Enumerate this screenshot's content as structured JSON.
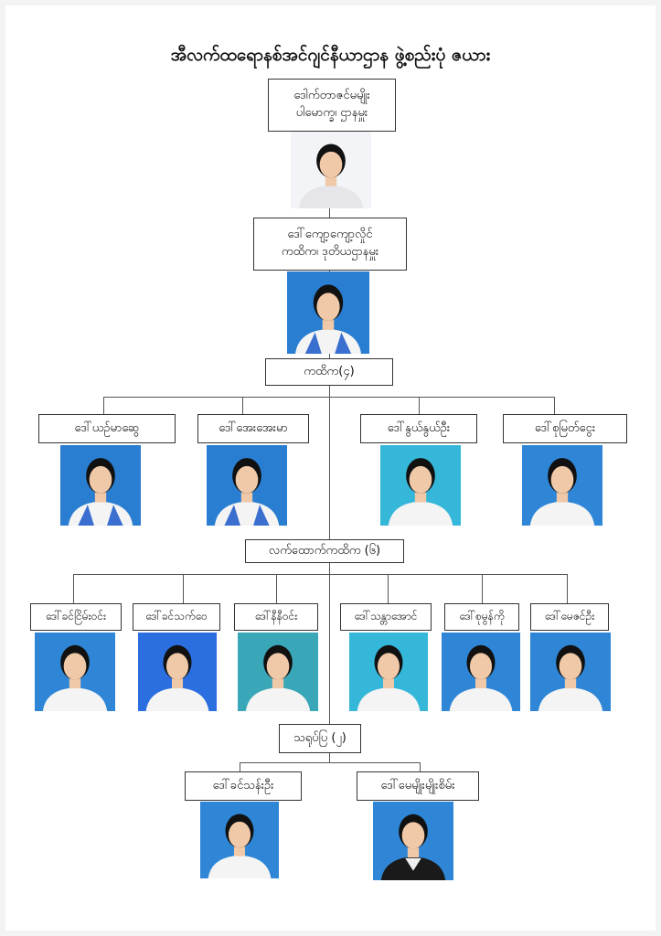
{
  "title": "အီလက်ထရောနစ်အင်ဂျင်နီယာဌာန ဖွဲ့စည်းပုံ ဇယား",
  "head": {
    "name": "ဒေါက်တာဇင်မမျိုး",
    "role": "ပါမောက္ခ၊ ဌာနမှူး"
  },
  "deputy": {
    "name": "ဒေါ်ကျော့ကျော့လှိုင်",
    "role": "ကထိက၊ ဒုတိယဌာနမှူး"
  },
  "groups": {
    "lecturers": "ကထိက(၄)",
    "assistant_lecturers": "လက်ထောက်ကထိက (၆)",
    "tutors": "သရုပ်ပြ (၂)"
  },
  "lecturers": [
    {
      "name": "ဒေါ်ယဉ်မာဆွေ"
    },
    {
      "name": "ဒေါ်အေးအေးမာ"
    },
    {
      "name": "ဒေါ်နွယ်နွယ်ဦး"
    },
    {
      "name": "ဒေါ်စုမြတ်ငွေး"
    }
  ],
  "assistant_lecturers": [
    {
      "name": "ဒေါ်ခင်ငြိမ်းဝင်း"
    },
    {
      "name": "ဒေါ်ခင်သက်ဝေ"
    },
    {
      "name": "ဒေါ်နီနီဝင်း"
    },
    {
      "name": "ဒေါ်သန္တာအောင်"
    },
    {
      "name": "ဒေါ်စုမွန်ကို"
    },
    {
      "name": "ဒေါ်မေဇင်ဦး"
    }
  ],
  "tutors": [
    {
      "name": "ဒေါ်ခင်သန်းဦး"
    },
    {
      "name": "ဒေါ်မေမျိုးမျိုးစိမ်း"
    }
  ],
  "colors": {
    "photo_blue": "#2f86d6",
    "photo_cyan": "#35b7d9",
    "photo_teal": "#3aa7b8",
    "line": "#555555"
  }
}
